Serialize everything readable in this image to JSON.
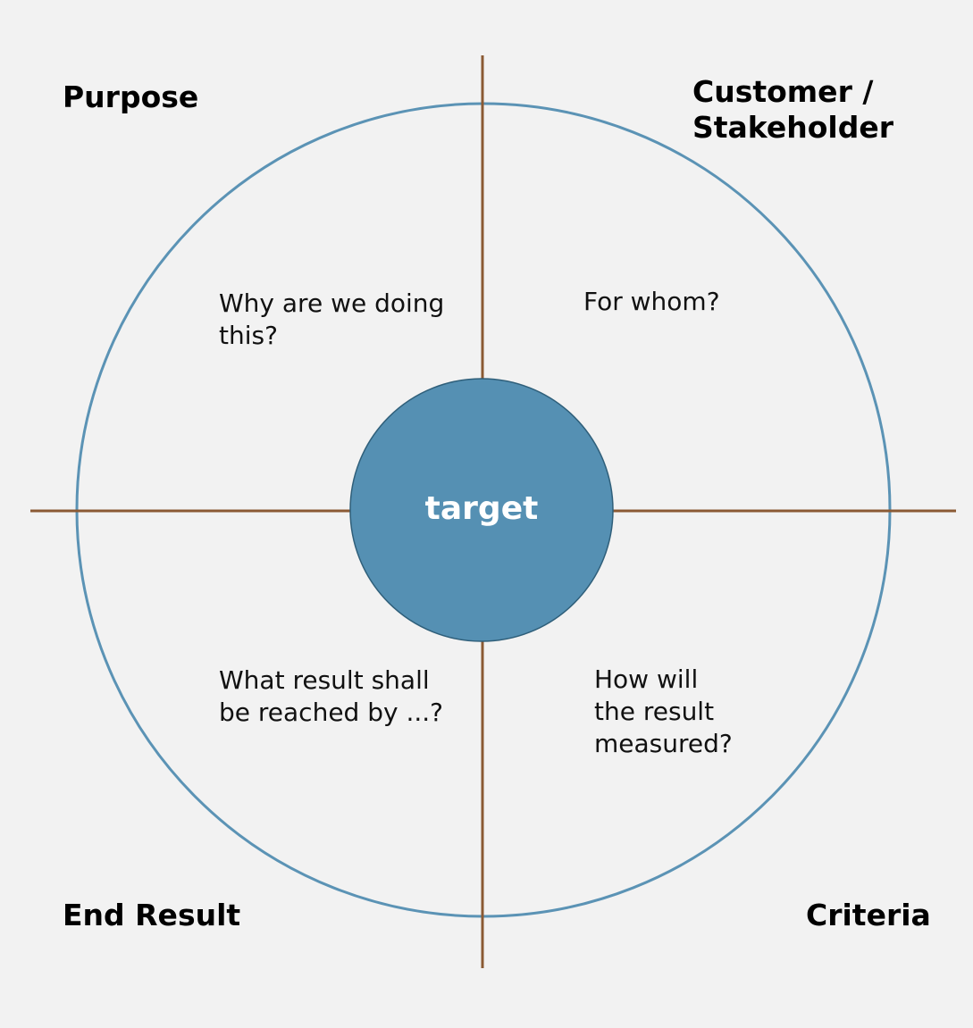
{
  "diagram": {
    "center_label": "target",
    "quadrants": {
      "top_left": {
        "title": "Purpose",
        "question": "Why are we doing\nthis?"
      },
      "top_right": {
        "title": "Customer /\nStakeholder",
        "question": "For whom?"
      },
      "bottom_left": {
        "title": "End Result",
        "question": "What result shall\nbe reached by ...?"
      },
      "bottom_right": {
        "title": "Criteria",
        "question": "How will\nthe result\nmeasured?"
      }
    }
  },
  "colors": {
    "background": "#f2f2f2",
    "outer_circle": "#5b93b5",
    "inner_circle_fill": "#5590b3",
    "inner_circle_stroke": "#2f5f7a",
    "axis_lines": "#8b5a34"
  }
}
